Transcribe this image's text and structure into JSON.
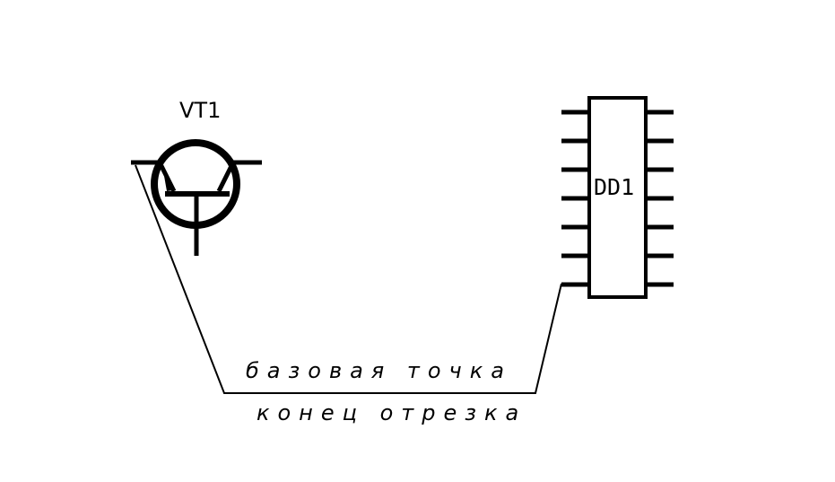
{
  "transistor": {
    "label": "VT1"
  },
  "chip": {
    "label": "DD1",
    "pins_per_side": 7
  },
  "annotations": {
    "base_point": "базовая точка",
    "segment_end": "конец отрезка"
  },
  "colors": {
    "stroke": "#000000",
    "background": "#ffffff"
  }
}
